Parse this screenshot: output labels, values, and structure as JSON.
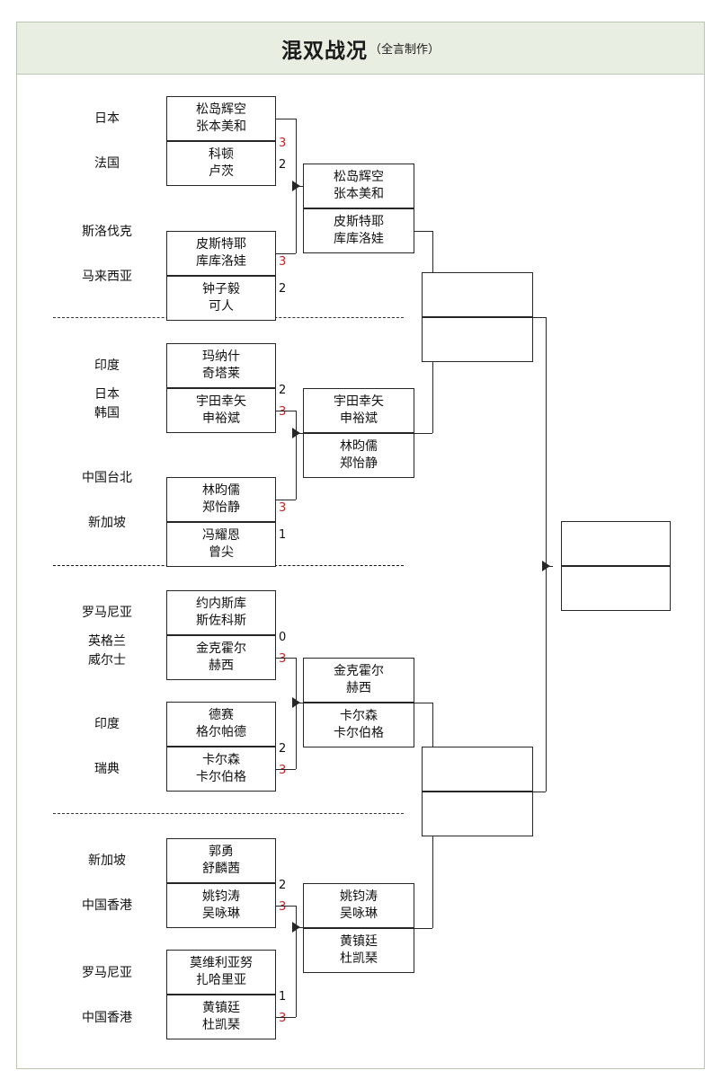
{
  "title": {
    "main": "混双战况",
    "sub": "（全言制作）"
  },
  "bracket": {
    "round1": [
      {
        "country": "日本",
        "players": [
          "松岛辉空",
          "张本美和"
        ],
        "score": "3",
        "winner": true
      },
      {
        "country": "法国",
        "players": [
          "科顿",
          "卢茨"
        ],
        "score": "2",
        "winner": false
      },
      {
        "country": "斯洛伐克",
        "players": [
          "皮斯特耶",
          "库库洛娃"
        ],
        "score": "3",
        "winner": true
      },
      {
        "country": "马来西亚",
        "players": [
          "钟子毅",
          "可人"
        ],
        "score": "2",
        "winner": false
      },
      {
        "country": "印度",
        "players": [
          "玛纳什",
          "奇塔莱"
        ],
        "score": "2",
        "winner": false
      },
      {
        "country": "日本\n韩国",
        "players": [
          "宇田幸矢",
          "申裕斌"
        ],
        "score": "3",
        "winner": true
      },
      {
        "country": "中国台北",
        "players": [
          "林昀儒",
          "郑怡静"
        ],
        "score": "3",
        "winner": true
      },
      {
        "country": "新加坡",
        "players": [
          "冯耀恩",
          "曾尖"
        ],
        "score": "1",
        "winner": false
      },
      {
        "country": "罗马尼亚",
        "players": [
          "约内斯库",
          "斯佐科斯"
        ],
        "score": "0",
        "winner": false
      },
      {
        "country": "英格兰\n威尔士",
        "players": [
          "金克霍尔",
          "赫西"
        ],
        "score": "3",
        "winner": true
      },
      {
        "country": "印度",
        "players": [
          "德赛",
          "格尔帕德"
        ],
        "score": "2",
        "winner": false
      },
      {
        "country": "瑞典",
        "players": [
          "卡尔森",
          "卡尔伯格"
        ],
        "score": "3",
        "winner": true
      },
      {
        "country": "新加坡",
        "players": [
          "郭勇",
          "舒麟茜"
        ],
        "score": "2",
        "winner": false
      },
      {
        "country": "中国香港",
        "players": [
          "姚钧涛",
          "吴咏琳"
        ],
        "score": "3",
        "winner": true
      },
      {
        "country": "罗马尼亚",
        "players": [
          "莫维利亚努",
          "扎哈里亚"
        ],
        "score": "1",
        "winner": false
      },
      {
        "country": "中国香港",
        "players": [
          "黄镇廷",
          "杜凯琹"
        ],
        "score": "3",
        "winner": true
      }
    ],
    "round2": [
      {
        "players": [
          "松岛辉空",
          "张本美和"
        ]
      },
      {
        "players": [
          "皮斯特耶",
          "库库洛娃"
        ]
      },
      {
        "players": [
          "宇田幸矢",
          "申裕斌"
        ]
      },
      {
        "players": [
          "林昀儒",
          "郑怡静"
        ]
      },
      {
        "players": [
          "金克霍尔",
          "赫西"
        ]
      },
      {
        "players": [
          "卡尔森",
          "卡尔伯格"
        ]
      },
      {
        "players": [
          "姚钧涛",
          "吴咏琳"
        ]
      },
      {
        "players": [
          "黄镇廷",
          "杜凯琹"
        ]
      }
    ],
    "round3": [
      {
        "players": [
          "",
          ""
        ]
      },
      {
        "players": [
          "",
          ""
        ]
      }
    ],
    "final": [
      {
        "players": [
          "",
          ""
        ]
      }
    ]
  },
  "colors": {
    "header_bg": "#e8efe2",
    "border": "#262626",
    "win_score": "#d42020",
    "frame": "#b9c7b2"
  }
}
